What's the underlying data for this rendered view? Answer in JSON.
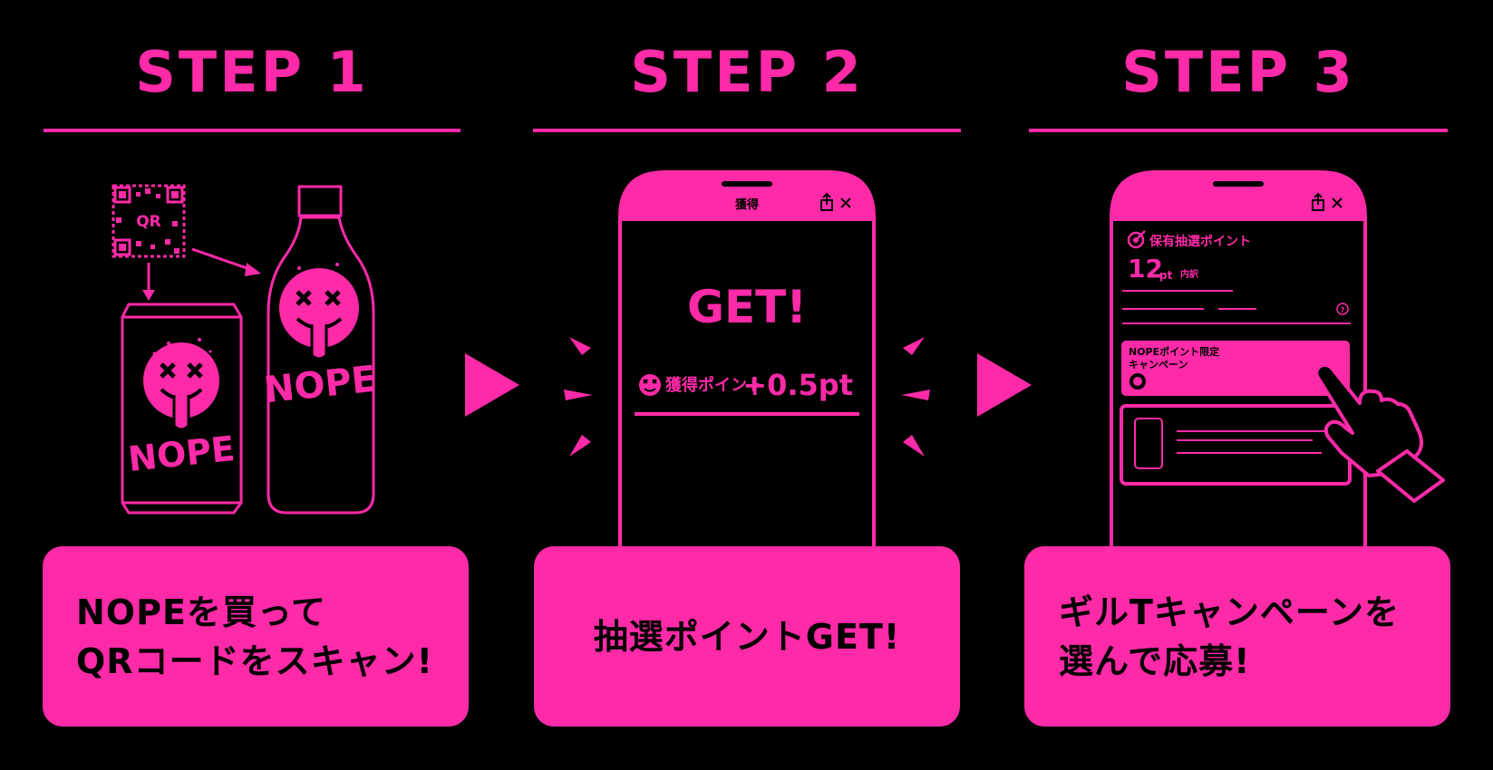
{
  "colors": {
    "accent": "#ff2aa8",
    "background": "#000000",
    "panel_text": "#000000"
  },
  "steps": [
    {
      "title": "STEP 1",
      "caption": "NOPEを買って\nQRコードをスキャン!",
      "illustration": {
        "qr_label": "QR",
        "can_brand": "NOPE",
        "bottle_brand": "NOPE"
      }
    },
    {
      "title": "STEP 2",
      "caption": "抽選ポイントGET!",
      "phone": {
        "header_title": "獲得",
        "headline": "GET!",
        "points_label": "獲得ポイント",
        "points_value": "+0.5pt"
      }
    },
    {
      "title": "STEP 3",
      "caption": "ギルTキャンペーンを\n選んで応募!",
      "phone": {
        "section_title": "保有抽選ポイント",
        "points_number": "12",
        "points_unit": "pt",
        "breakdown_link": "内訳",
        "help_icon_text": "?",
        "campaign_line1": "NOPEポイント限定",
        "campaign_line2": "キャンペーン"
      }
    }
  ],
  "icons": [
    "qr-code-icon",
    "arrow-right-icon",
    "share-icon",
    "close-icon",
    "target-icon",
    "pointing-hand-icon",
    "smiley-logo-icon"
  ]
}
